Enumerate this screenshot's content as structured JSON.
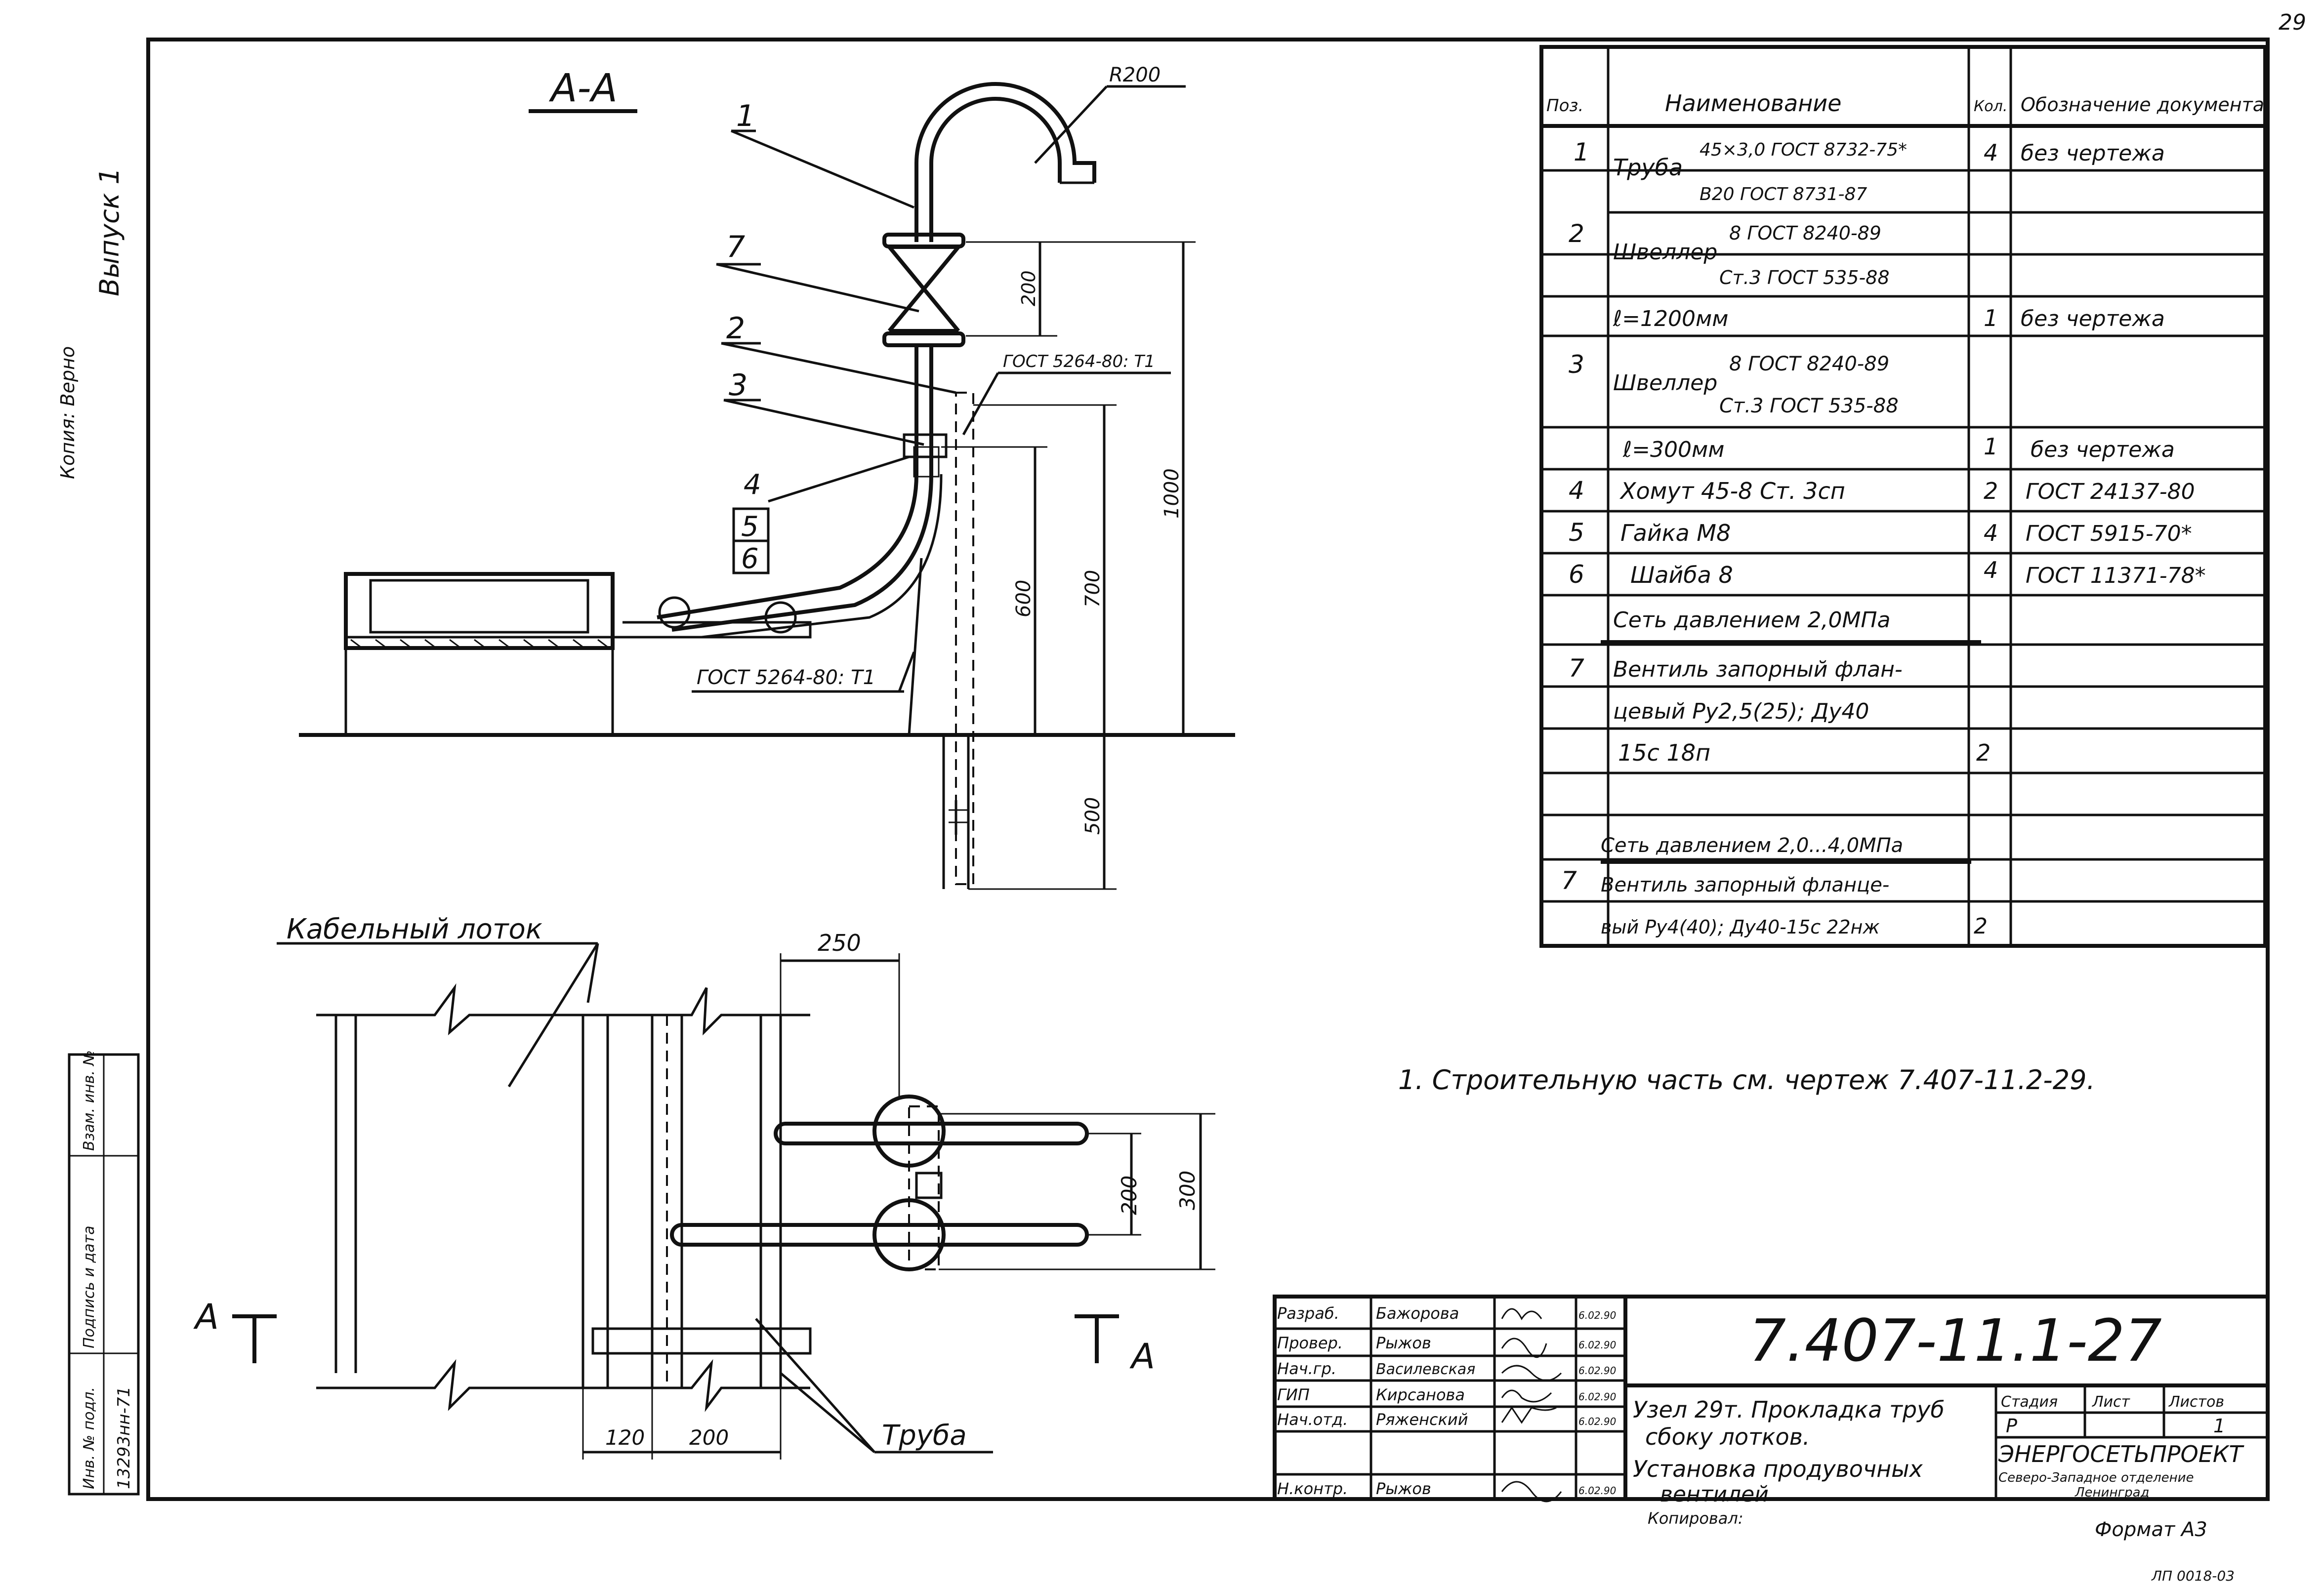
{
  "page_number": "29",
  "section_title": "А-А",
  "leaders": [
    "1",
    "7",
    "2",
    "3",
    "4",
    "5",
    "6"
  ],
  "radius_label": "R200",
  "gost_note_top": "ГОСТ 5264-80: Т1",
  "gost_note_bottom": "ГОСТ 5264-80: Т1",
  "dims_section": [
    "200",
    "1000",
    "700",
    "600",
    "500"
  ],
  "plan": {
    "cable_tray_label": "Кабельный лоток",
    "pipe_label": "Труба",
    "dims": [
      "250",
      "200",
      "300",
      "120",
      "200"
    ],
    "cut_left": "А",
    "cut_right": "А"
  },
  "note": "1. Строительную часть см. чертеж 7.407-11.2-29.",
  "spec": {
    "headers": {
      "pos": "Поз.",
      "name": "Наименование",
      "qty": "Кол.",
      "doc": "Обозначение документа"
    },
    "rows": [
      {
        "pos": "1",
        "name": "Труба",
        "name_top": "45×3,0 ГОСТ 8732-75*",
        "name_bottom": "В20 ГОСТ 8731-87",
        "qty": "4",
        "doc": "без чертежа"
      },
      {
        "pos": "2",
        "name": "Швеллер",
        "name_top": "8 ГОСТ 8240-89",
        "name_bottom": "Ст.3 ГОСТ 535-88",
        "qty": "",
        "doc": ""
      },
      {
        "pos": "",
        "name": "ℓ=1200мм",
        "qty": "1",
        "doc": "без чертежа"
      },
      {
        "pos": "3",
        "name": "Швеллер",
        "name_top": "8 ГОСТ 8240-89",
        "name_bottom": "Ст.3 ГОСТ 535-88",
        "qty": "",
        "doc": ""
      },
      {
        "pos": "",
        "name": "ℓ=300мм",
        "qty": "1",
        "doc": "без чертежа"
      },
      {
        "pos": "4",
        "name": "Хомут 45-8 Ст. 3сп",
        "qty": "2",
        "doc": "ГОСТ 24137-80"
      },
      {
        "pos": "5",
        "name": "Гайка М8",
        "qty": "4",
        "doc": "ГОСТ 5915-70*"
      },
      {
        "pos": "6",
        "name": "Шайба 8",
        "qty": "4",
        "doc": "ГОСТ 11371-78*"
      },
      {
        "pos": "",
        "name": "Сеть давлением 2,0МПа",
        "qty": "",
        "doc": ""
      },
      {
        "pos": "7",
        "name": "Вентиль запорный флан-",
        "qty": "",
        "doc": ""
      },
      {
        "pos": "",
        "name": "цевый Ру2,5(25); Ду40",
        "qty": "",
        "doc": ""
      },
      {
        "pos": "",
        "name": "15с 18п",
        "qty": "2",
        "doc": ""
      },
      {
        "pos": "",
        "name": "",
        "qty": "",
        "doc": ""
      },
      {
        "pos": "",
        "name": "Сеть давлением 2,0...4,0МПа",
        "qty": "",
        "doc": ""
      },
      {
        "pos": "7",
        "name": "Вентиль запорный фланце-",
        "qty": "",
        "doc": ""
      },
      {
        "pos": "",
        "name": "вый Ру4(40); Ду40-15с 22нж",
        "qty": "2",
        "doc": ""
      }
    ]
  },
  "title_block": {
    "drawing_number": "7.407-11.1-27",
    "signatures": [
      {
        "role": "Разраб.",
        "name": "Бажорова",
        "date": "6.02.90"
      },
      {
        "role": "Провер.",
        "name": "Рыжов",
        "date": "6.02.90"
      },
      {
        "role": "Нач.гр.",
        "name": "Василевская",
        "date": "6.02.90"
      },
      {
        "role": "ГИП",
        "name": "Кирсанова",
        "date": "6.02.90"
      },
      {
        "role": "Нач.отд.",
        "name": "Ряженский",
        "date": "6.02.90"
      },
      {
        "role": "Н.контр.",
        "name": "Рыжов",
        "date": "6.02.90"
      }
    ],
    "title_lines": [
      "Узел 29т. Прокладка труб",
      "сбоку лотков.",
      "Установка продувочных",
      "вентилей"
    ],
    "stage_label": "Стадия",
    "sheet_label": "Лист",
    "sheets_label": "Листов",
    "stage": "Р",
    "sheets": "1",
    "org_name": "ЭНЕРГОСЕТЬПРОЕКТ",
    "org_sub1": "Северо-Западное отделение",
    "org_sub2": "Ленинград",
    "copied": "Копировал:",
    "format": "Формат А3"
  },
  "side_block": {
    "left_col": [
      "Инв. № подл.",
      "Подпись и дата",
      "Взам. инв. №"
    ],
    "inv_value": "13293нн-71",
    "margin_stamp": "Копия: Верно",
    "margin_issue": "Выпуск 1"
  },
  "bottom_corner": "ЛП 0018-03"
}
